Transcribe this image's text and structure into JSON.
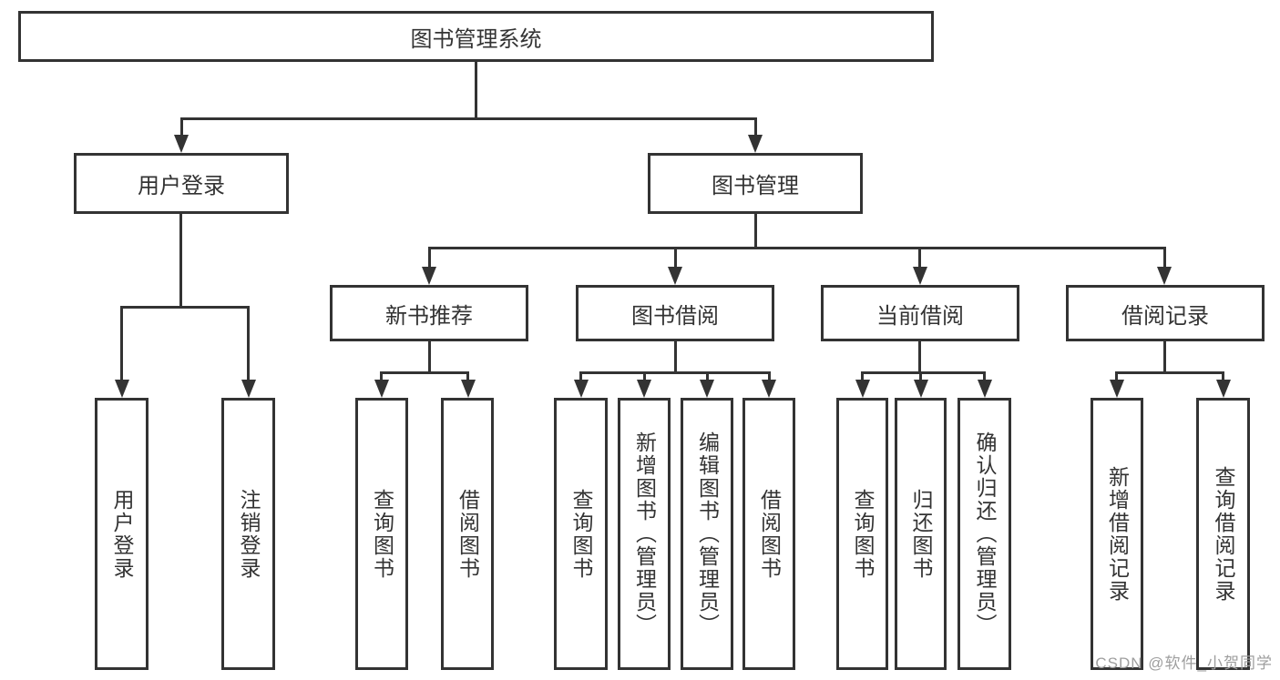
{
  "diagram": {
    "root": "图书管理系统",
    "level2": {
      "user_login": "用户登录",
      "book_mgmt": "图书管理"
    },
    "level3": {
      "new_book_rec": "新书推荐",
      "book_borrow": "图书借阅",
      "current_borrow": "当前借阅",
      "borrow_records": "借阅记录"
    },
    "leaves": {
      "user_login": "用户登录",
      "logout": "注销登录",
      "rec_query_book": "查询图书",
      "rec_borrow_book": "借阅图书",
      "bb_query_book": "查询图书",
      "bb_add_book": "新增图书（管理员）",
      "bb_edit_book": "编辑图书（管理员）",
      "bb_borrow_book": "借阅图书",
      "cb_query_book": "查询图书",
      "cb_return_book": "归还图书",
      "cb_confirm_return": "确认归还（管理员）",
      "br_add_record": "新增借阅记录",
      "br_query_record": "查询借阅记录"
    }
  },
  "watermark": "CSDN @软件_小贺同学",
  "colors": {
    "line": "#333333",
    "text": "#333333",
    "background": "#ffffff",
    "watermark": "#9e9e9e"
  }
}
